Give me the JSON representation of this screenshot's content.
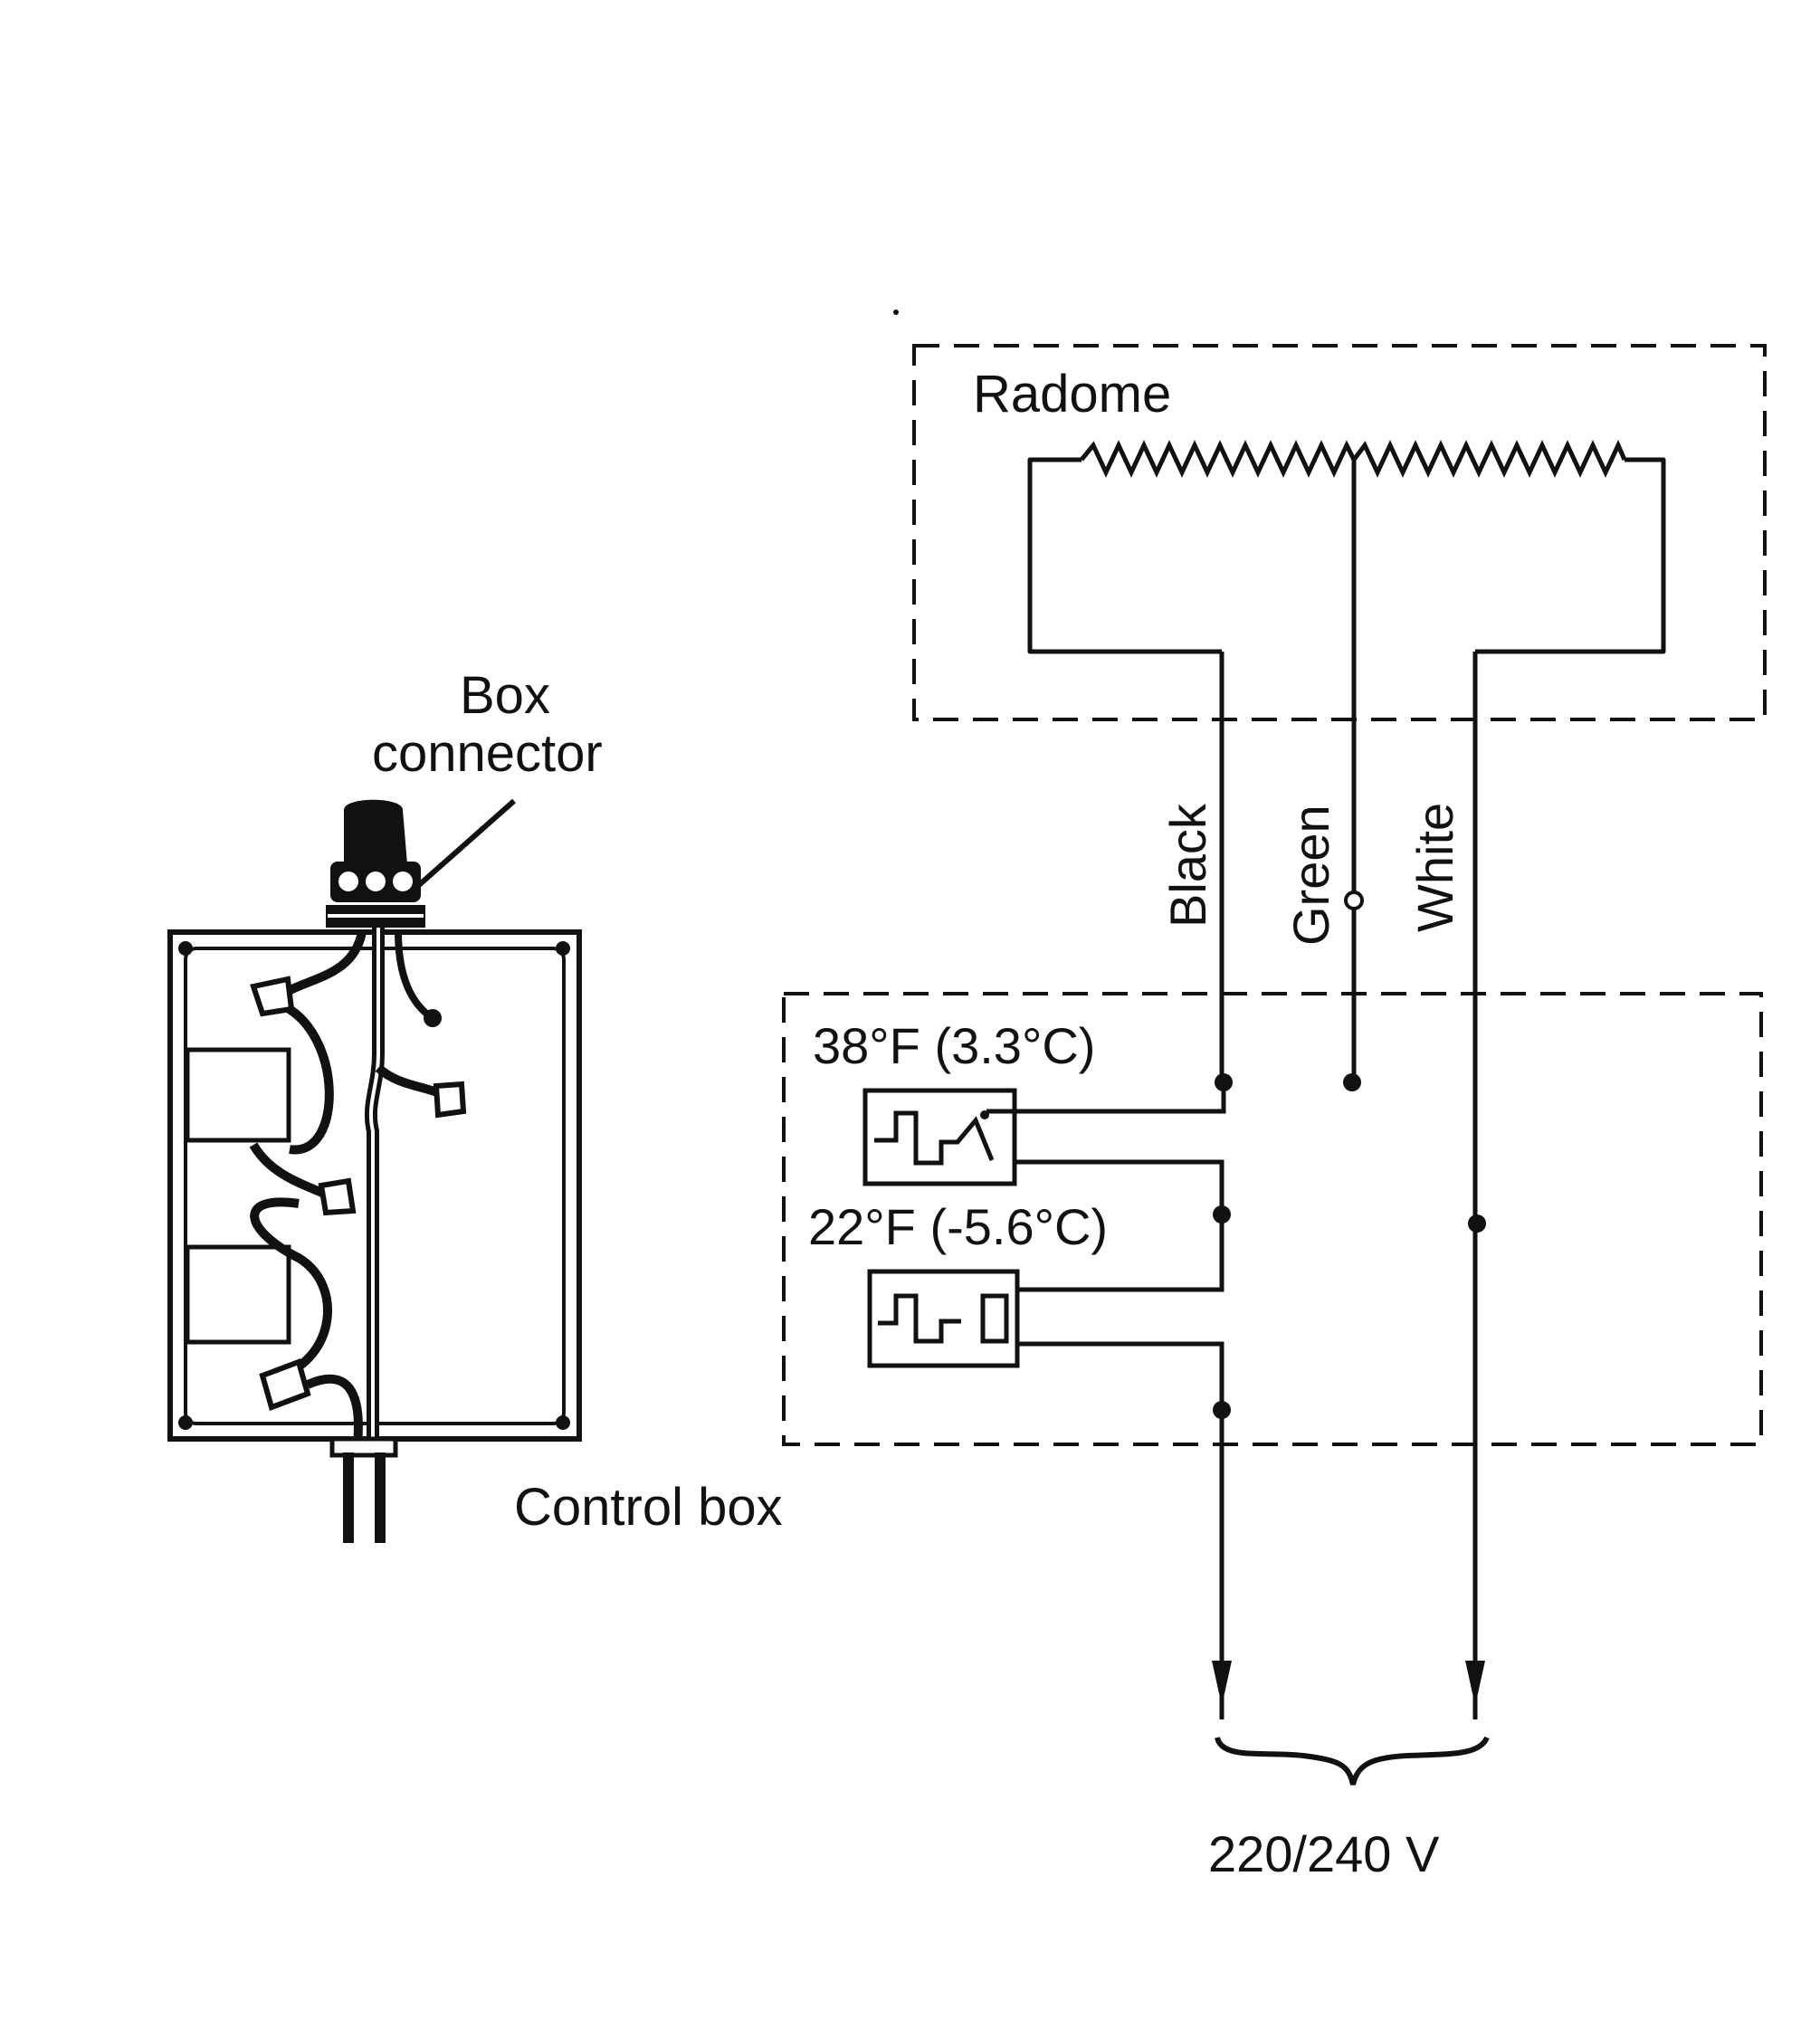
{
  "labels": {
    "radome": "Radome",
    "box_connector_line1": "Box",
    "box_connector_line2": "connector",
    "control_box": "Control box",
    "wire_black": "Black",
    "wire_green": "Green",
    "wire_white": "White",
    "thermostat_high": "38°F (3.3°C)",
    "thermostat_low": "22°F (-5.6°C)",
    "voltage": "220/240 V"
  },
  "colors": {
    "line": "#111111",
    "background": "#ffffff"
  }
}
